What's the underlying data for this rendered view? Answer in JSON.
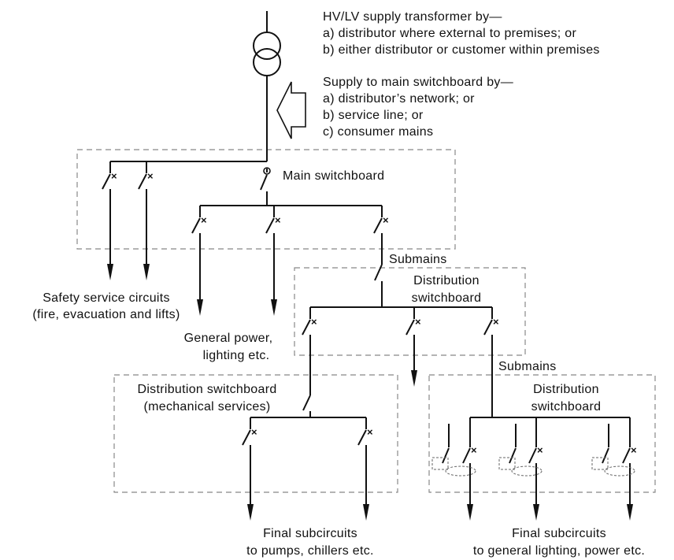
{
  "notes": {
    "transformer": [
      "HV/LV supply transformer by—",
      "a) distributor where external to premises; or",
      "b) either distributor or customer within premises"
    ],
    "supply": [
      "Supply to main switchboard by—",
      "a) distributor’s network; or",
      "b) service line; or",
      "c) consumer mains"
    ]
  },
  "labels": {
    "main_switchboard": "Main switchboard",
    "submains_1": "Submains",
    "distribution_switchboard_1": [
      "Distribution",
      "switchboard"
    ],
    "safety_circuits": [
      "Safety service circuits",
      "(fire, evacuation and lifts)"
    ],
    "general_power": [
      "General power,",
      "lighting etc."
    ],
    "submains_2": "Submains",
    "mechanical_switchboard": [
      "Distribution switchboard",
      "(mechanical services)"
    ],
    "distribution_switchboard_2": [
      "Distribution",
      "switchboard"
    ],
    "final_pumps": [
      "Final subcircuits",
      "to pumps, chillers etc."
    ],
    "final_general": [
      "Final subcircuits",
      "to general lighting, power etc."
    ]
  }
}
